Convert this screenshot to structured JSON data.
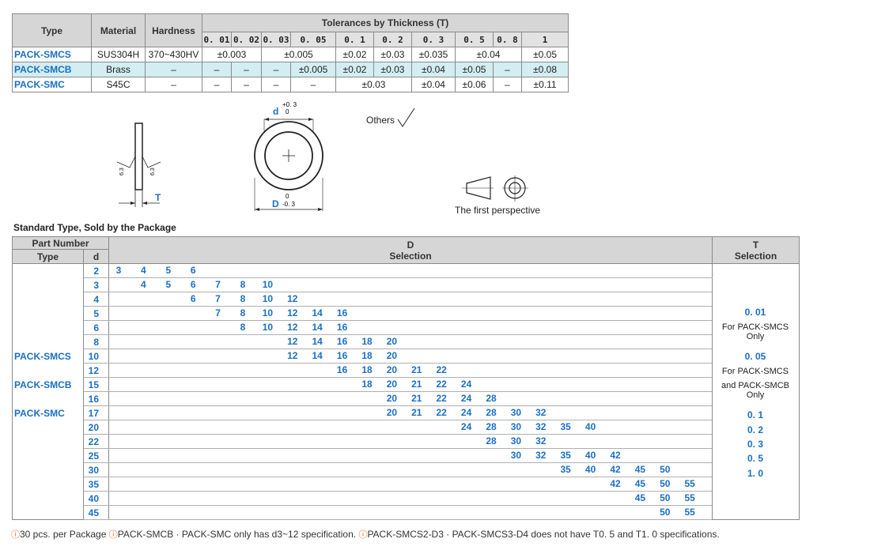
{
  "tolerance_table": {
    "header_type": "Type",
    "header_material": "Material",
    "header_hardness": "Hardness",
    "header_tolerances": "Tolerances by Thickness (T)",
    "thicknesses": [
      "0. 01",
      "0. 02",
      "0. 03",
      "0. 05",
      "0. 1",
      "0. 2",
      "0. 3",
      "0. 5",
      "0. 8",
      "1"
    ],
    "rows": [
      {
        "type": "PACK-SMCS",
        "material": "SUS304H",
        "hardness": "370~430HV",
        "cells": [
          {
            "v": "±0.003",
            "span": 2
          },
          {
            "v": "±0.005",
            "span": 2
          },
          {
            "v": "±0.02",
            "span": 1
          },
          {
            "v": "±0.03",
            "span": 1
          },
          {
            "v": "±0.035",
            "span": 1
          },
          {
            "v": "±0.04",
            "span": 2
          },
          {
            "v": "±0.05",
            "span": 1
          }
        ]
      },
      {
        "type": "PACK-SMCB",
        "material": "Brass",
        "hardness": "–",
        "cells": [
          {
            "v": "–",
            "span": 1
          },
          {
            "v": "–",
            "span": 1
          },
          {
            "v": "–",
            "span": 1
          },
          {
            "v": "±0.005",
            "span": 1
          },
          {
            "v": "±0.02",
            "span": 1
          },
          {
            "v": "±0.03",
            "span": 1
          },
          {
            "v": "±0.04",
            "span": 1
          },
          {
            "v": "±0.05",
            "span": 1
          },
          {
            "v": "–",
            "span": 1
          },
          {
            "v": "±0.08",
            "span": 1
          }
        ]
      },
      {
        "type": "PACK-SMC",
        "material": "S45C",
        "hardness": "–",
        "cells": [
          {
            "v": "–",
            "span": 1
          },
          {
            "v": "–",
            "span": 1
          },
          {
            "v": "–",
            "span": 1
          },
          {
            "v": "–",
            "span": 1
          },
          {
            "v": "±0.03",
            "span": 2
          },
          {
            "v": "±0.04",
            "span": 1
          },
          {
            "v": "±0.06",
            "span": 1
          },
          {
            "v": "–",
            "span": 1
          },
          {
            "v": "±0.11",
            "span": 1
          }
        ]
      }
    ]
  },
  "drawing": {
    "roughness_value": "6.3",
    "thickness_label": "T",
    "inner_diameter_label": "d",
    "inner_tol_upper": "+0. 3",
    "inner_tol_lower": "0",
    "outer_diameter_label": "D",
    "outer_tol_upper": "0",
    "outer_tol_lower": "-0. 3",
    "others_label": "Others",
    "projection_label": "The first perspective"
  },
  "standard_table": {
    "title": "Standard Type, Sold by the Package",
    "header_part_number": "Part Number",
    "header_type": "Type",
    "header_d": "d",
    "header_D": "D",
    "header_D_sub": "Selection",
    "header_T": "T",
    "header_T_sub": "Selection",
    "type_names": [
      "PACK-SMCS",
      "PACK-SMCB",
      "PACK-SMC"
    ],
    "d_columns": [
      3,
      4,
      5,
      6,
      7,
      8,
      10,
      12,
      14,
      16,
      18,
      20,
      21,
      22,
      24,
      28,
      30,
      32,
      35,
      40,
      42,
      45,
      50,
      55
    ],
    "rows": [
      {
        "d": "2",
        "D": [
          3,
          4,
          5,
          6
        ]
      },
      {
        "d": "3",
        "D": [
          4,
          5,
          6,
          7,
          8,
          10
        ]
      },
      {
        "d": "4",
        "D": [
          6,
          7,
          8,
          10,
          12
        ]
      },
      {
        "d": "5",
        "D": [
          7,
          8,
          10,
          12,
          14,
          16
        ]
      },
      {
        "d": "6",
        "D": [
          8,
          10,
          12,
          14,
          16
        ]
      },
      {
        "d": "8",
        "D": [
          12,
          14,
          16,
          18,
          20
        ]
      },
      {
        "d": "10",
        "D": [
          12,
          14,
          16,
          18,
          20
        ]
      },
      {
        "d": "12",
        "D": [
          16,
          18,
          20,
          21,
          22
        ]
      },
      {
        "d": "15",
        "D": [
          18,
          20,
          21,
          22,
          24
        ]
      },
      {
        "d": "16",
        "D": [
          20,
          21,
          22,
          24,
          28
        ]
      },
      {
        "d": "17",
        "D": [
          20,
          21,
          22,
          24,
          28,
          30,
          32
        ]
      },
      {
        "d": "20",
        "D": [
          24,
          28,
          30,
          32,
          35,
          40
        ]
      },
      {
        "d": "22",
        "D": [
          28,
          30,
          32
        ]
      },
      {
        "d": "25",
        "D": [
          30,
          32,
          35,
          40,
          42
        ]
      },
      {
        "d": "30",
        "D": [
          35,
          40,
          42,
          45,
          50
        ]
      },
      {
        "d": "35",
        "D": [
          42,
          45,
          50,
          55
        ]
      },
      {
        "d": "40",
        "D": [
          45,
          50,
          55
        ]
      },
      {
        "d": "45",
        "D": [
          50,
          55
        ]
      }
    ],
    "t_selection": [
      {
        "text": "0. 01",
        "bold": true
      },
      {
        "text": "For PACK-SMCS Only",
        "bold": false
      },
      {
        "text": "0. 05",
        "bold": true
      },
      {
        "text": "For PACK-SMCS",
        "bold": false
      },
      {
        "text": "and PACK-SMCB Only",
        "bold": false
      },
      {
        "text": "0. 1",
        "bold": true
      },
      {
        "text": "0. 2",
        "bold": true
      },
      {
        "text": "0. 3",
        "bold": true
      },
      {
        "text": "0. 5",
        "bold": true
      },
      {
        "text": "1. 0",
        "bold": true
      }
    ]
  },
  "footnote": {
    "icon": "!",
    "note1": "30 pcs. per Package",
    "note2": "PACK-SMCB · PACK-SMC only has d3~12 specification.",
    "note3": "PACK-SMCS2-D3 · PACK-SMCS3-D4 does not have T0. 5 and T1. 0 specifications."
  },
  "colors": {
    "accent_blue": "#1a6fc4",
    "header_gray": "#d6d6d6",
    "row_tint": "#d3eef2",
    "warning_orange": "#e25a1c"
  }
}
